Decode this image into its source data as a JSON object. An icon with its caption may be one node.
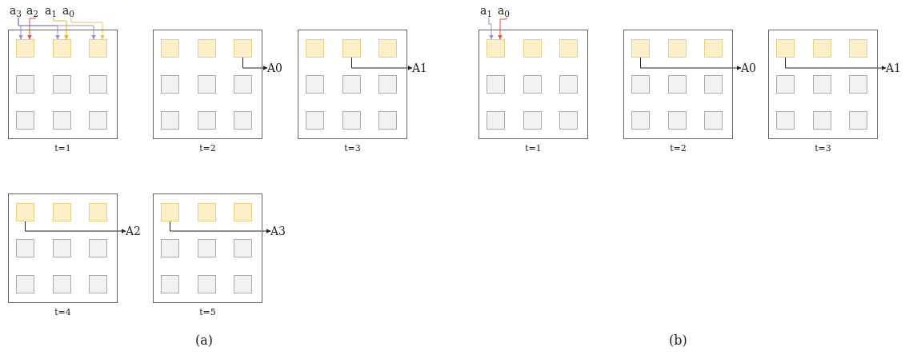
{
  "diagram": {
    "nodes": [
      {
        "text": [
          "a$_{3}$"
        ]
      },
      {
        "text": [
          "a$_{2}$"
        ]
      },
      {
        "text": [
          "a$_{1}$"
        ]
      },
      {
        "text": [
          "a$_{0}$"
        ]
      },
      {
        "text": [],
        "shape": "box",
        "beside": [
          "t=1"
        ]
      },
      {
        "text": [],
        "shape": "box",
        "in": 4
      },
      {
        "text": [],
        "shape": "box",
        "in": 4
      },
      {
        "text": [],
        "shape": "box",
        "in": 4
      },
      {
        "text": [],
        "shape": "box",
        "in": 4
      },
      {
        "text": [],
        "shape": "box",
        "in": 4
      },
      {
        "text": [],
        "shape": "box",
        "in": 4
      },
      {
        "text": [],
        "shape": "box",
        "in": 4
      },
      {
        "text": [],
        "shape": "box",
        "in": 4
      },
      {
        "text": [],
        "shape": "box",
        "in": 4
      },
      {
        "text": [],
        "shape": "box",
        "beside": [
          "t=2"
        ]
      },
      {
        "text": [],
        "shape": "box",
        "in": 14
      },
      {
        "text": [],
        "shape": "box",
        "in": 14
      },
      {
        "text": [],
        "shape": "box",
        "in": 14
      },
      {
        "text": [],
        "shape": "box",
        "in": 14
      },
      {
        "text": [],
        "shape": "box",
        "in": 14
      },
      {
        "text": [],
        "shape": "box",
        "in": 14
      },
      {
        "text": [],
        "shape": "box",
        "in": 14
      },
      {
        "text": [],
        "shape": "box",
        "in": 14
      },
      {
        "text": [],
        "shape": "box",
        "in": 14
      },
      {
        "text": [
          "A0"
        ]
      },
      {
        "text": [],
        "shape": "box",
        "beside": [
          "t=3"
        ]
      },
      {
        "text": [],
        "shape": "box",
        "in": 25
      },
      {
        "text": [],
        "shape": "box",
        "in": 25
      },
      {
        "text": [],
        "shape": "box",
        "in": 25
      },
      {
        "text": [],
        "shape": "box",
        "in": 25
      },
      {
        "text": [],
        "shape": "box",
        "in": 25
      },
      {
        "text": [],
        "shape": "box",
        "in": 25
      },
      {
        "text": [],
        "shape": "box",
        "in": 25
      },
      {
        "text": [],
        "shape": "box",
        "in": 25
      },
      {
        "text": [],
        "shape": "box",
        "in": 25
      },
      {
        "text": [
          "A1"
        ]
      },
      {
        "text": [
          "a$_{1}$"
        ]
      },
      {
        "text": [
          "a$_{0}$"
        ]
      },
      {
        "text": [],
        "shape": "box",
        "beside": [
          "t=1"
        ]
      },
      {
        "text": [],
        "shape": "box",
        "in": 38
      },
      {
        "text": [],
        "shape": "box",
        "in": 38
      },
      {
        "text": [],
        "shape": "box",
        "in": 38
      },
      {
        "text": [],
        "shape": "box",
        "in": 38
      },
      {
        "text": [],
        "shape": "box",
        "in": 38
      },
      {
        "text": [],
        "shape": "box",
        "in": 38
      },
      {
        "text": [],
        "shape": "box",
        "in": 38
      },
      {
        "text": [],
        "shape": "box",
        "in": 38
      },
      {
        "text": [],
        "shape": "box",
        "in": 38
      },
      {
        "text": [],
        "shape": "box",
        "beside": [
          "t=2"
        ]
      },
      {
        "text": [],
        "shape": "box",
        "in": 48
      },
      {
        "text": [],
        "shape": "box",
        "in": 48
      },
      {
        "text": [],
        "shape": "box",
        "in": 48
      },
      {
        "text": [],
        "shape": "box",
        "in": 48
      },
      {
        "text": [],
        "shape": "box",
        "in": 48
      },
      {
        "text": [],
        "shape": "box",
        "in": 48
      },
      {
        "text": [],
        "shape": "box",
        "in": 48
      },
      {
        "text": [],
        "shape": "box",
        "in": 48
      },
      {
        "text": [],
        "shape": "box",
        "in": 48
      },
      {
        "text": [
          "A0"
        ]
      },
      {
        "text": [],
        "shape": "box",
        "beside": [
          "t=3"
        ]
      },
      {
        "text": [],
        "shape": "box",
        "in": 59
      },
      {
        "text": [],
        "shape": "box",
        "in": 59
      },
      {
        "text": [],
        "shape": "box",
        "in": 59
      },
      {
        "text": [],
        "shape": "box",
        "in": 59
      },
      {
        "text": [],
        "shape": "box",
        "in": 59
      },
      {
        "text": [],
        "shape": "box",
        "in": 59
      },
      {
        "text": [],
        "shape": "box",
        "in": 59
      },
      {
        "text": [],
        "shape": "box",
        "in": 59
      },
      {
        "text": [],
        "shape": "box",
        "in": 59
      },
      {
        "text": [
          "A1"
        ]
      },
      {
        "text": [],
        "shape": "box",
        "beside": [
          "t=4"
        ]
      },
      {
        "text": [],
        "shape": "box",
        "in": 70
      },
      {
        "text": [],
        "shape": "box",
        "in": 70
      },
      {
        "text": [],
        "shape": "box",
        "in": 70
      },
      {
        "text": [],
        "shape": "box",
        "in": 70
      },
      {
        "text": [],
        "shape": "box",
        "in": 70
      },
      {
        "text": [],
        "shape": "box",
        "in": 70
      },
      {
        "text": [],
        "shape": "box",
        "in": 70
      },
      {
        "text": [],
        "shape": "box",
        "in": 70
      },
      {
        "text": [],
        "shape": "box",
        "in": 70
      },
      {
        "text": [
          "A2"
        ]
      },
      {
        "text": [],
        "shape": "box",
        "beside": [
          "t=5"
        ]
      },
      {
        "text": [],
        "shape": "box",
        "in": 81
      },
      {
        "text": [],
        "shape": "box",
        "in": 81
      },
      {
        "text": [],
        "shape": "box",
        "in": 81
      },
      {
        "text": [],
        "shape": "box",
        "in": 81
      },
      {
        "text": [],
        "shape": "box",
        "in": 81
      },
      {
        "text": [],
        "shape": "box",
        "in": 81
      },
      {
        "text": [],
        "shape": "box",
        "in": 81
      },
      {
        "text": [],
        "shape": "box",
        "in": 81
      },
      {
        "text": [],
        "shape": "box",
        "in": 81
      },
      {
        "text": [
          "A3"
        ]
      }
    ],
    "edges": [
      {
        "from": 0,
        "to": 5,
        "arrow": "to",
        "color": "#9b8fd0"
      },
      {
        "from": 0,
        "to": 6,
        "arrow": "to",
        "color": "#9b8fd0"
      },
      {
        "from": 0,
        "to": 7,
        "arrow": "to",
        "color": "#9b8fd0"
      },
      {
        "from": 1,
        "to": 5,
        "arrow": "to",
        "color": "#d9534f"
      },
      {
        "from": 2,
        "to": 6,
        "arrow": "to",
        "color": "#e0b030"
      },
      {
        "from": 3,
        "to": 7,
        "arrow": "to",
        "color": "#e8c468"
      },
      {
        "from": 17,
        "to": 24,
        "arrow": "to"
      },
      {
        "from": 27,
        "to": 35,
        "arrow": "to"
      },
      {
        "from": 36,
        "to": 39,
        "arrow": "to",
        "color": "#9b8fd0"
      },
      {
        "from": 37,
        "to": 39,
        "arrow": "to",
        "color": "#d9534f"
      },
      {
        "from": 49,
        "to": 58,
        "arrow": "to"
      },
      {
        "from": 60,
        "to": 69,
        "arrow": "to"
      },
      {
        "from": 71,
        "to": 80,
        "arrow": "to"
      },
      {
        "from": 82,
        "to": 91,
        "arrow": "to"
      }
    ],
    "labels": [
      "(a)",
      "(b)"
    ]
  }
}
